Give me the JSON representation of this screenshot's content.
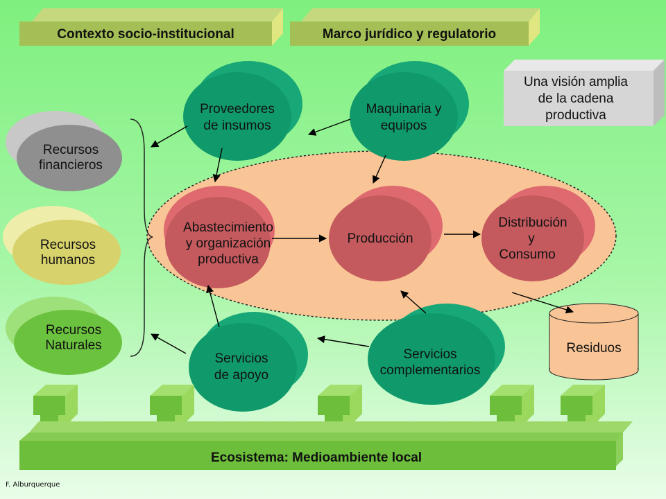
{
  "header": {
    "left_banner": "Contexto socio-institucional",
    "right_banner": "Marco jurídico y regulatorio"
  },
  "info_box": [
    "Una visión amplia",
    "de la cadena",
    "productiva"
  ],
  "resources": {
    "financial": [
      "Recursos",
      "financieros"
    ],
    "human": [
      "Recursos",
      "humanos"
    ],
    "natural": [
      "Recursos",
      "Naturales"
    ]
  },
  "nodes": {
    "suppliers": [
      "Proveedores",
      "de insumos"
    ],
    "machinery": [
      "Maquinaria y",
      "equipos"
    ],
    "supply": [
      "Abastecimiento",
      "y organización",
      "productiva"
    ],
    "production": [
      "Producción"
    ],
    "distribution": [
      "Distribución",
      "y",
      "Consumo"
    ],
    "support": [
      "Servicios",
      "de apoyo"
    ],
    "complementary": [
      "Servicios",
      "complementarios"
    ],
    "waste": [
      "Residuos"
    ]
  },
  "footer": {
    "ecosystem": "Ecosistema: Medioambiente local",
    "credit": "F. Alburquerque"
  },
  "colors": {
    "banner": "#a3bf55",
    "teal": "#109a6c",
    "red": "#c45a5e",
    "oval": "#f9c596",
    "grey": "#909090",
    "olive": "#d8d26c",
    "green": "#6bc23e",
    "ecosystem": "#6cbe3b",
    "info": "#d6d6d6"
  }
}
